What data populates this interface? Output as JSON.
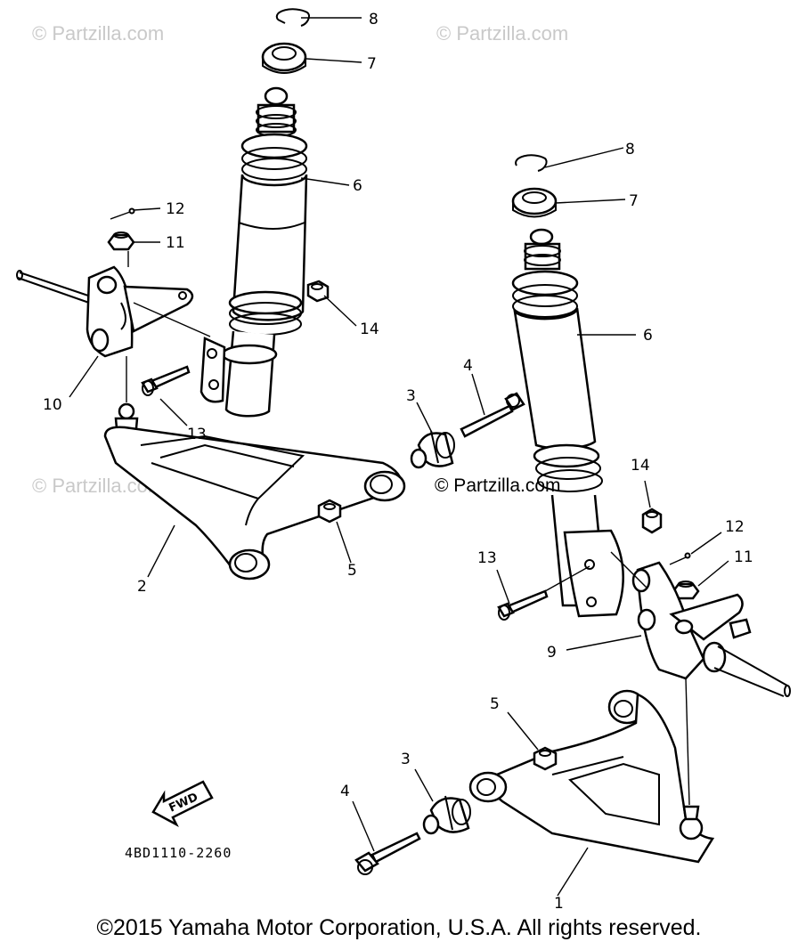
{
  "watermarks": {
    "top_left": "© Partzilla.com",
    "top_right": "© Partzilla.com",
    "mid_left": "© Partzilla.com",
    "mid_center": "© Partzilla.com"
  },
  "diagram_code": "4BD1110-2260",
  "fwd_label": "FWD",
  "copyright": "©2015 Yamaha Motor Corporation, U.S.A. All rights reserved.",
  "callouts": {
    "top_circlip": "8",
    "top_nut": "7",
    "top_shock": "6",
    "left_cotter_pin": "12",
    "left_castle_nut": "11",
    "left_shock_nut": "14",
    "left_knuckle": "10",
    "left_bolt": "13",
    "upper_arm": "2",
    "mid_bushing": "3",
    "mid_bolt": "4",
    "upper_arm_nut": "5",
    "right_circlip": "8",
    "right_nut": "7",
    "right_shock": "6",
    "right_shock_nut": "14",
    "right_cotter_pin": "12",
    "right_castle_nut": "11",
    "right_bolt": "13",
    "right_knuckle": "9",
    "lower_arm_nut": "5",
    "lower_bushing": "3",
    "lower_bolt": "4",
    "lower_arm": "1"
  }
}
